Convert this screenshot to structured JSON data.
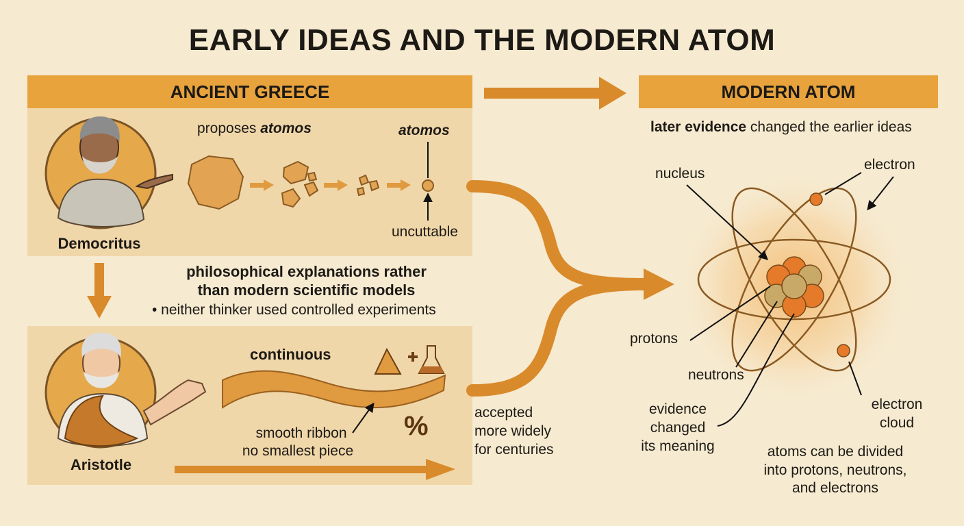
{
  "title": "EARLY IDEAS AND THE MODERN ATOM",
  "left": {
    "header": "ANCIENT GREECE",
    "democritus": {
      "name": "Democritus",
      "proposes_prefix": "proposes ",
      "proposes_term": "atomos",
      "atomos_label": "atomos",
      "uncuttable": "uncuttable"
    },
    "middle": {
      "line1": "philosophical explanations rather",
      "line2": "than modern scientific models",
      "bullet": "• neither thinker used controlled experiments"
    },
    "aristotle": {
      "name": "Aristotle",
      "continuous": "continuous",
      "ribbon_line1": "smooth ribbon",
      "ribbon_line2": "no smallest piece",
      "percent": "%"
    },
    "accepted": [
      "accepted",
      "more widely",
      "for centuries"
    ]
  },
  "right": {
    "header": "MODERN ATOM",
    "subtitle_bold": "later evidence",
    "subtitle_rest": " changed the earlier ideas",
    "labels": {
      "nucleus": "nucleus",
      "electron": "electron",
      "protons": "protons",
      "neutrons": "neutrons",
      "cloud": [
        "electron",
        "cloud"
      ],
      "evidence": [
        "evidence",
        "changed",
        "its meaning"
      ],
      "divided": [
        "atoms can be divided",
        "into protons, neutrons,",
        "and electrons"
      ]
    }
  },
  "colors": {
    "band": "#e8a33d",
    "panel": "#f0d7a9",
    "background": "#f6ead0",
    "arrow": "#d98a2b",
    "proton": "#e47a2a",
    "neutron": "#c9a968"
  },
  "icons": [
    "democritus-portrait",
    "aristotle-portrait",
    "triangle-icon",
    "plus-icon",
    "flask-icon",
    "atom-diagram"
  ]
}
